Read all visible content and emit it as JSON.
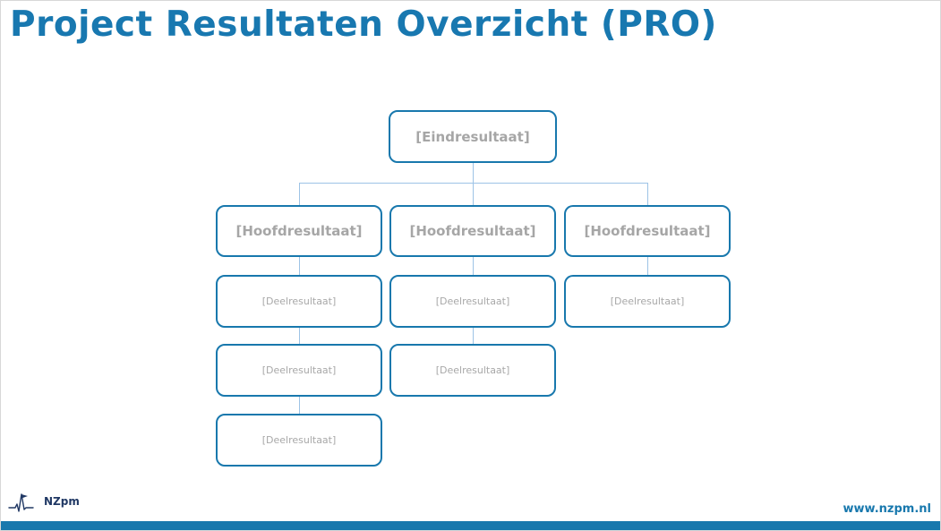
{
  "title": "Project Resultaten Overzicht (PRO)",
  "colors": {
    "accent": "#1878b0",
    "box_border": "#1878ad",
    "box_text": "#a6a6a6",
    "connector": "#9dc3e6",
    "footer_bar": "#1878ad",
    "logo": "#203864"
  },
  "diagram": {
    "root": {
      "label": "[Eindresultaat]"
    },
    "level2": [
      {
        "label": "[Hoofdresultaat]"
      },
      {
        "label": "[Hoofdresultaat]"
      },
      {
        "label": "[Hoofdresultaat]"
      }
    ],
    "level3": {
      "col1": [
        "[Deelresultaat]",
        "[Deelresultaat]",
        "[Deelresultaat]"
      ],
      "col2": [
        "[Deelresultaat]",
        "[Deelresultaat]"
      ],
      "col3": [
        "[Deelresultaat]"
      ]
    }
  },
  "footer": {
    "url": "www.nzpm.nl",
    "logo_text": "NZpm"
  }
}
